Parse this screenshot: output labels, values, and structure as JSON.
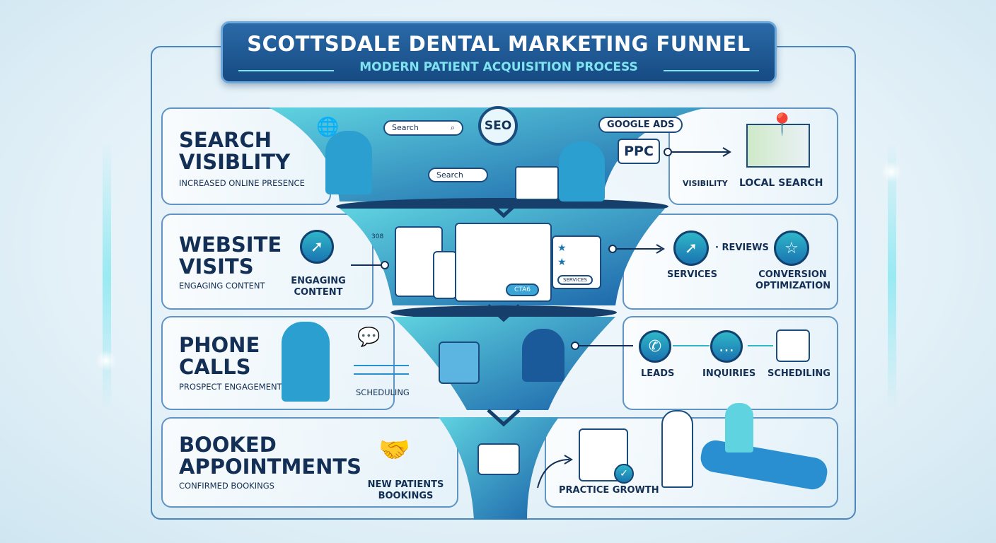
{
  "header": {
    "title": "SCOTTSDALE DENTAL MARKETING FUNNEL",
    "subtitle": "MODERN PATIENT ACQUISITION PROCESS"
  },
  "stages": [
    {
      "title_line1": "SEARCH",
      "title_line2": "VISIBLITY",
      "caption": "INCREASED ONLINE PRESENCE",
      "funnel": {
        "search_box_1": "Search",
        "search_box_2": "Search",
        "seo_badge": "SEO",
        "ads_label": "GOOGLE ADS",
        "ppc_bubble": "PPC"
      },
      "outcomes": {
        "visibility": "VISIBILITY",
        "local_search": "LOCAL SEARCH"
      }
    },
    {
      "title_line1": "WEBSITE",
      "title_line2": "VISITS",
      "caption": "ENGAGING CONTENT",
      "side_label": "ENGAGING CONTENT",
      "funnel": {
        "counter": "308",
        "cta_button": "CTA6",
        "services_button": "SERVICES"
      },
      "outcomes": {
        "services": "SERVICES",
        "reviews": "· REVIEWS",
        "conversion": "CONVERSION OPTIMIZATION"
      }
    },
    {
      "title_line1": "PHONE",
      "title_line2": "CALLS",
      "caption": "PROSPECT ENGAGEMENT",
      "side_label": "SCHEDULING",
      "outcomes": {
        "leads": "LEADS",
        "inquiries": "INQUIRIES",
        "scheduling": "SCHEDILING"
      }
    },
    {
      "title_line1": "BOOKED",
      "title_line2": "APPOINTMENTS",
      "caption": "CONFIRMED BOOKINGS",
      "side_label": "NEW PATIENTS BOOKINGS",
      "outcomes": {
        "growth": "PRACTICE GROWTH"
      }
    }
  ],
  "colors": {
    "navy": "#132f55",
    "accent": "#2fb6c9",
    "funnel_dark": "#1a62a8",
    "funnel_light": "#5fd3e0"
  }
}
